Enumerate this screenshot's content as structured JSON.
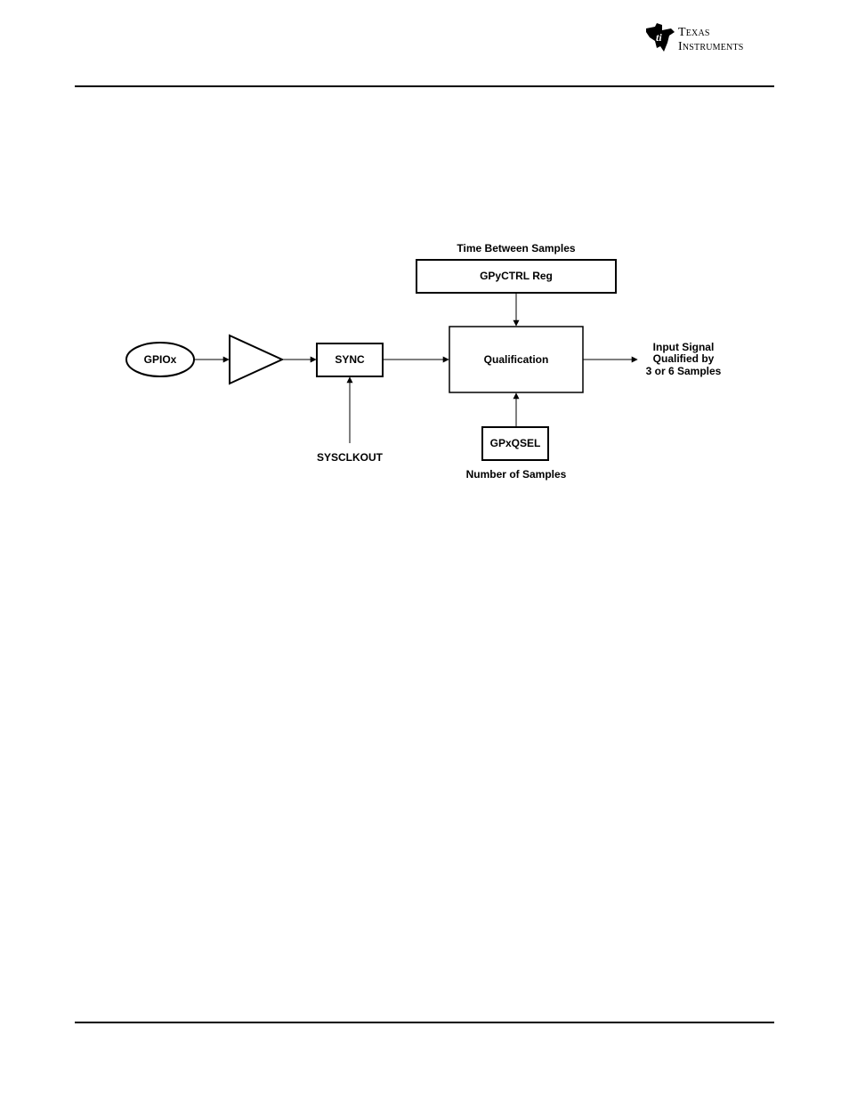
{
  "header": {
    "logo_line1": "Texas",
    "logo_line2": "Instruments"
  },
  "diagram": {
    "top_caption": "Time Between Samples",
    "gpyctrl_label": "GPyCTRL Reg",
    "gpiox_label": "GPIOx",
    "sync_label": "SYNC",
    "qualification_label": "Qualification",
    "output_line1": "Input Signal",
    "output_line2": "Qualified by",
    "output_line3": "3 or 6 Samples",
    "gpxqsel_label": "GPxQSEL",
    "sysclkout_label": "SYSCLKOUT",
    "bottom_caption": "Number of Samples"
  }
}
